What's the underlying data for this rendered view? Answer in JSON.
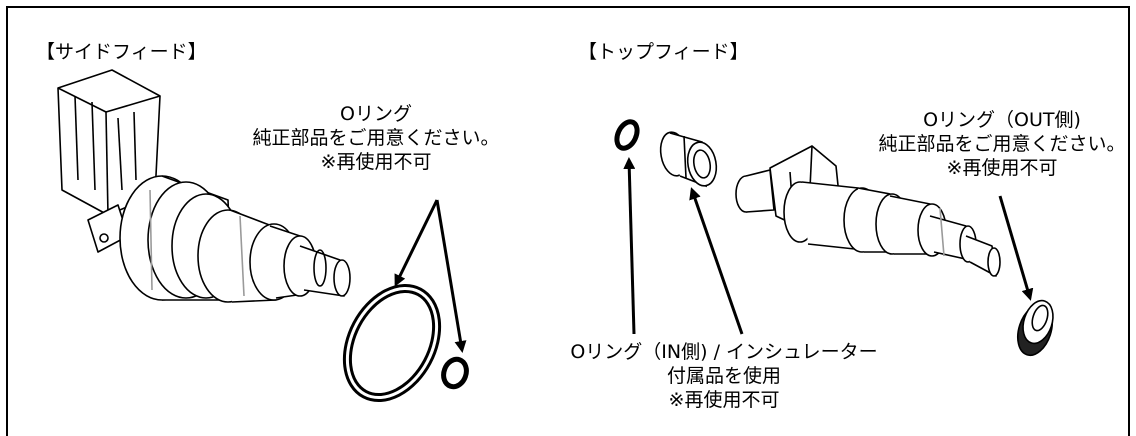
{
  "side_feed": {
    "heading": "【サイドフィード】",
    "label_line1": "Oリング",
    "label_line2": "純正部品をご用意ください。",
    "label_line3": "※再使用不可"
  },
  "top_feed": {
    "heading": "【トップフィード】",
    "out_label_line1": "Oリング（OUT側)",
    "out_label_line2": "純正部品をご用意ください。",
    "out_label_line3": "※再使用不可",
    "in_label_line1": "Oリング（IN側) / インシュレーター",
    "in_label_line2": "付属品を使用",
    "in_label_line3": "※再使用不可"
  },
  "colors": {
    "line": "#000000",
    "fill": "#ffffff",
    "shade": "#9a9a9a"
  }
}
